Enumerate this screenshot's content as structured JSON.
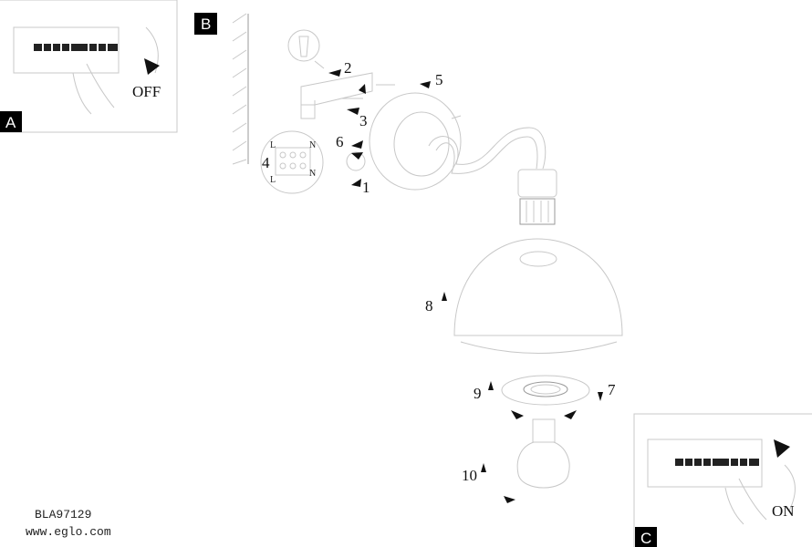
{
  "panels": {
    "a": {
      "label": "A",
      "switch_text": "OFF"
    },
    "b": {
      "label": "B"
    },
    "c": {
      "label": "C",
      "switch_text": "ON"
    }
  },
  "part_numbers": [
    "1",
    "2",
    "3",
    "4",
    "5",
    "6",
    "7",
    "8",
    "9",
    "10"
  ],
  "terminal_labels": {
    "l_top": "L",
    "n_top": "N",
    "l_bottom": "L",
    "n_bottom": "N"
  },
  "footer": {
    "model": "BLA97129",
    "website": "www.eglo.com"
  }
}
